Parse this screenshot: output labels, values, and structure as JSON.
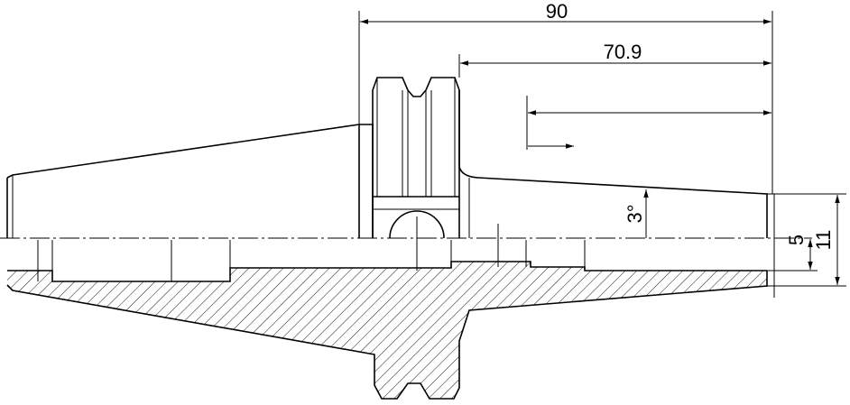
{
  "dimensions": {
    "overall_length": "90",
    "taper_length": "70.9",
    "taper_angle": "3°",
    "bore_small": "5",
    "bore_large": "11"
  }
}
